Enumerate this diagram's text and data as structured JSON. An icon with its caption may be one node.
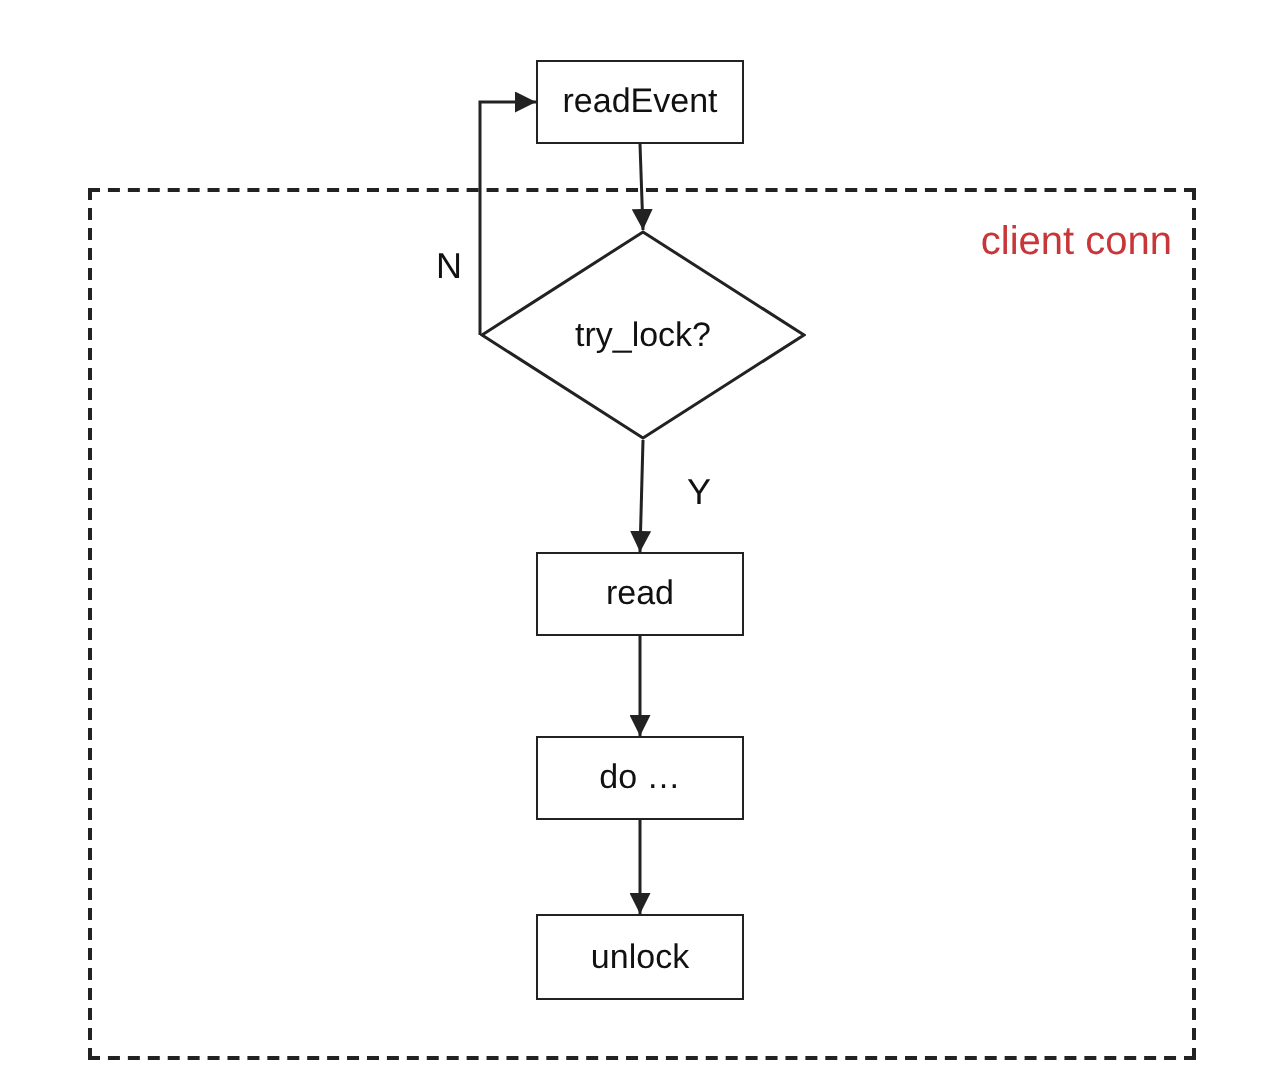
{
  "diagram": {
    "nodes": [
      {
        "text": [
          "client conn"
        ]
      },
      {
        "text": [
          "readEvent"
        ]
      },
      {
        "text": [
          "try_lock?"
        ],
        "in": 0
      },
      {
        "text": [
          "read"
        ],
        "in": 0
      },
      {
        "text": [
          "do …"
        ],
        "in": 0
      },
      {
        "text": [
          "unlock"
        ],
        "in": 0
      }
    ],
    "edges": [
      {
        "from": 1,
        "to": 2,
        "arrow": "to"
      },
      {
        "from": 2,
        "to": 3,
        "arrow": "to",
        "label": "Y"
      },
      {
        "from": 3,
        "to": 4,
        "arrow": "to"
      },
      {
        "from": 4,
        "to": 5,
        "arrow": "to"
      },
      {
        "from": 2,
        "to": 1,
        "arrow": "to",
        "label": "N"
      }
    ]
  }
}
